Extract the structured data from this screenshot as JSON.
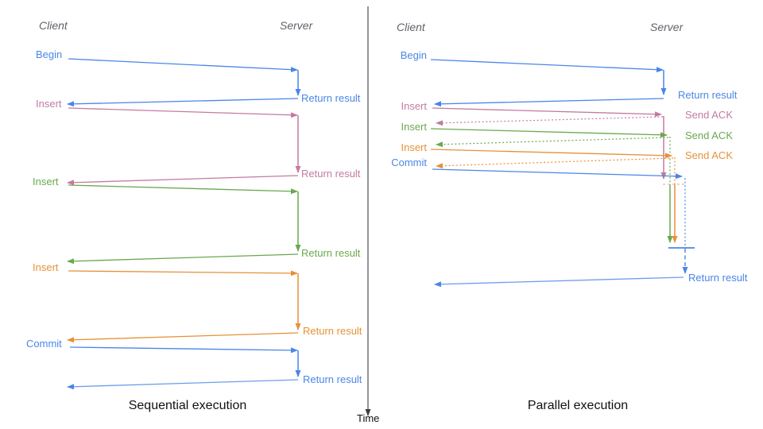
{
  "panels": {
    "sequential": {
      "caption": "Sequential execution",
      "client_header": "Client",
      "server_header": "Server",
      "operations": [
        {
          "label": "Begin",
          "response": "Return result",
          "color": "#4a86e8"
        },
        {
          "label": "Insert",
          "response": "Return result",
          "color": "#c27ba0"
        },
        {
          "label": "Insert",
          "response": "Return result",
          "color": "#6aa84f"
        },
        {
          "label": "Insert",
          "response": "Return result",
          "color": "#e69138"
        },
        {
          "label": "Commit",
          "response": "Return result",
          "color": "#4a86e8"
        }
      ]
    },
    "parallel": {
      "caption": "Parallel execution",
      "client_header": "Client",
      "server_header": "Server",
      "operations": [
        {
          "label": "Begin",
          "response": "Return result",
          "color": "#4a86e8"
        },
        {
          "label": "Insert",
          "response": "Send ACK",
          "color": "#c27ba0"
        },
        {
          "label": "Insert",
          "response": "Send ACK",
          "color": "#6aa84f"
        },
        {
          "label": "Insert",
          "response": "Send ACK",
          "color": "#e69138"
        },
        {
          "label": "Commit",
          "response": "Return result",
          "color": "#4a86e8"
        }
      ]
    }
  },
  "time_axis": {
    "label": "Time"
  },
  "colors": {
    "blue": "#4a86e8",
    "light_blue": "#6d9eeb",
    "pink": "#c27ba0",
    "green": "#6aa84f",
    "orange": "#e69138",
    "axis": "#3c4043",
    "header_gray": "#5f6368"
  }
}
